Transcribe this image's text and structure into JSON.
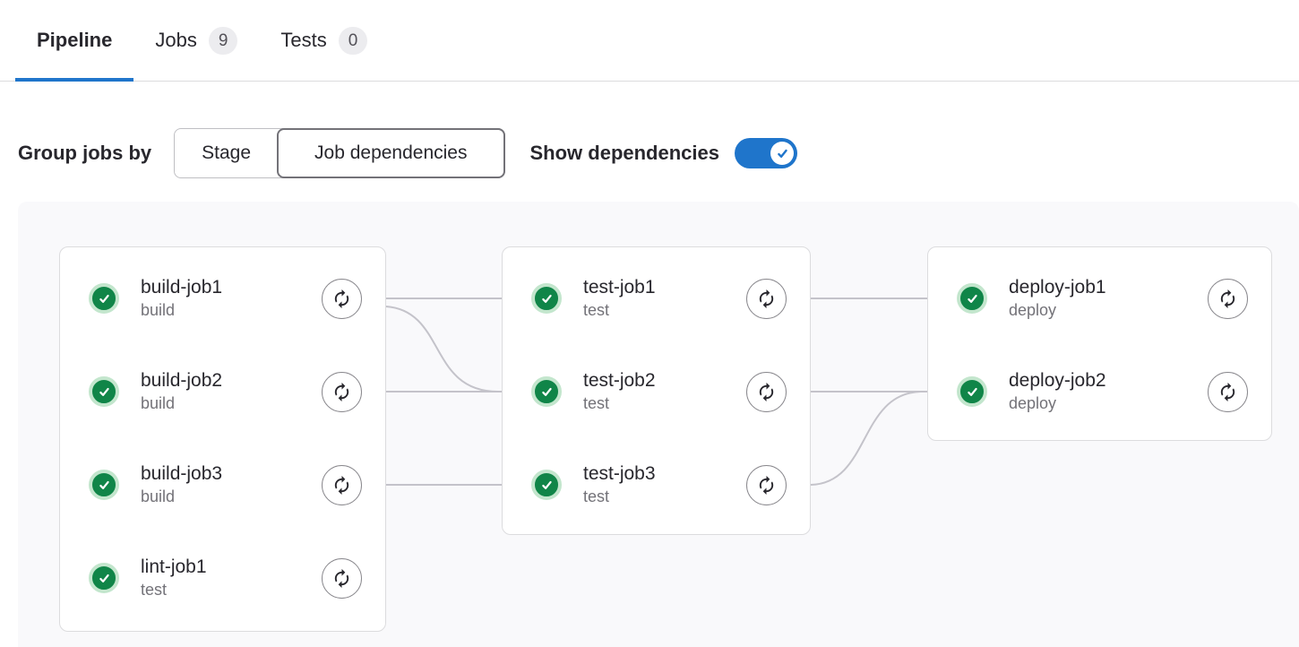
{
  "tabs": [
    {
      "label": "Pipeline",
      "active": true
    },
    {
      "label": "Jobs",
      "badge": "9"
    },
    {
      "label": "Tests",
      "badge": "0"
    }
  ],
  "controls": {
    "group_jobs_by_label": "Group jobs by",
    "stage_button": "Stage",
    "job_dependencies_button": "Job dependencies",
    "show_dependencies_label": "Show dependencies",
    "show_dependencies_on": true
  },
  "pipeline": {
    "columns": [
      {
        "jobs": [
          {
            "name": "build-job1",
            "stage": "build",
            "status": "success"
          },
          {
            "name": "build-job2",
            "stage": "build",
            "status": "success"
          },
          {
            "name": "build-job3",
            "stage": "build",
            "status": "success"
          },
          {
            "name": "lint-job1",
            "stage": "test",
            "status": "success"
          }
        ]
      },
      {
        "jobs": [
          {
            "name": "test-job1",
            "stage": "test",
            "status": "success"
          },
          {
            "name": "test-job2",
            "stage": "test",
            "status": "success"
          },
          {
            "name": "test-job3",
            "stage": "test",
            "status": "success"
          }
        ]
      },
      {
        "jobs": [
          {
            "name": "deploy-job1",
            "stage": "deploy",
            "status": "success"
          },
          {
            "name": "deploy-job2",
            "stage": "deploy",
            "status": "success"
          }
        ]
      }
    ]
  },
  "icons": {
    "status_success": "check-circle",
    "retry": "retry-circular-arrows",
    "toggle_check": "check"
  },
  "colors": {
    "accent_blue": "#1f75cb",
    "success_green": "#108548",
    "success_ring": "#c3e6cd",
    "connector_gray": "#c4c3ca",
    "panel_bg": "#f9f9fb",
    "badge_bg": "#ececef"
  }
}
